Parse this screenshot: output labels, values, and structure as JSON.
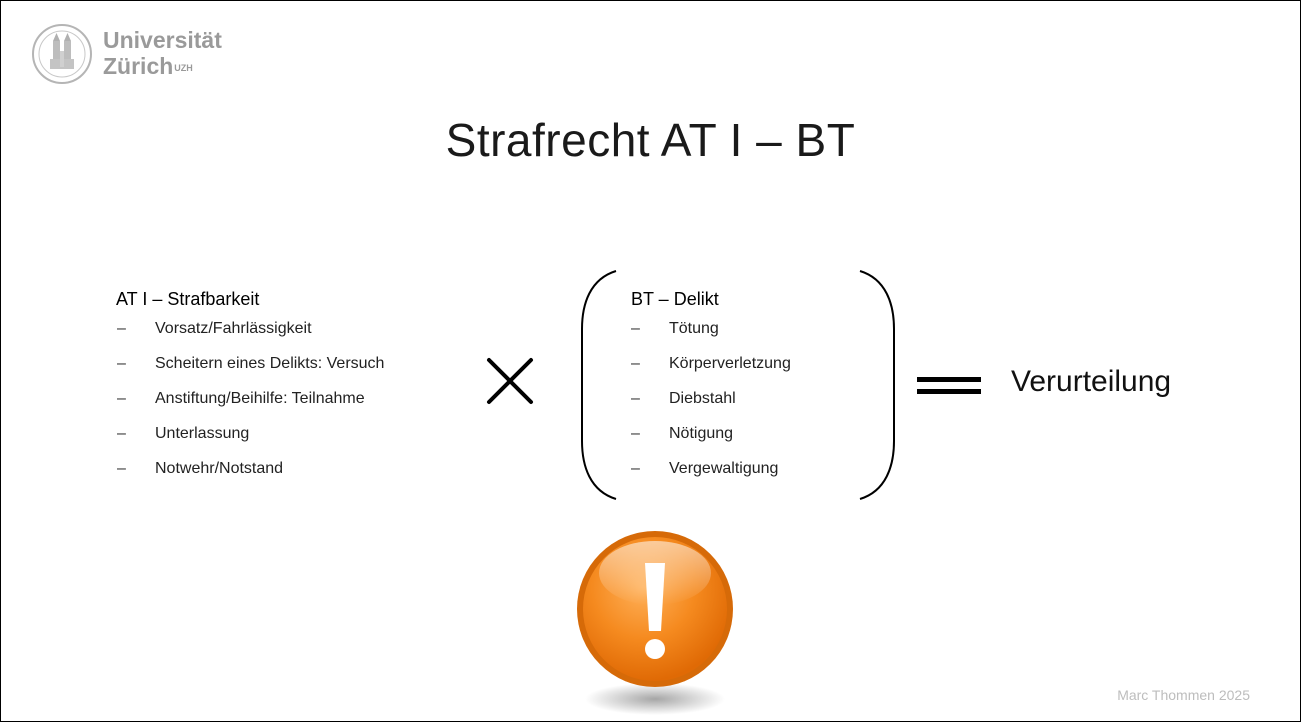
{
  "logo": {
    "line1": "Universität",
    "line2": "Zürich",
    "superscript": "UZH"
  },
  "title": "Strafrecht AT I – BT",
  "left": {
    "heading": "AT I – Strafbarkeit",
    "items": [
      "Vorsatz/Fahrlässigkeit",
      "Scheitern eines Delikts: Versuch",
      "Anstiftung/Beihilfe: Teilnahme",
      "Unterlassung",
      "Notwehr/Notstand"
    ]
  },
  "right": {
    "heading": "BT – Delikt",
    "items": [
      "Tötung",
      "Körperverletzung",
      "Diebstahl",
      "Nötigung",
      "Vergewaltigung"
    ]
  },
  "result": "Verurteilung",
  "footer": "Marc Thommen 2025",
  "colors": {
    "logo_gray": "#9a9a9a",
    "warning_orange": "#f07c12",
    "warning_rim": "#d86a08",
    "footer_gray": "#bdbdbd"
  },
  "icons": {
    "operator_times": "multiply-icon",
    "operator_equals": "equals-icon",
    "warning": "exclamation-warning-icon",
    "seal": "university-seal-icon"
  }
}
